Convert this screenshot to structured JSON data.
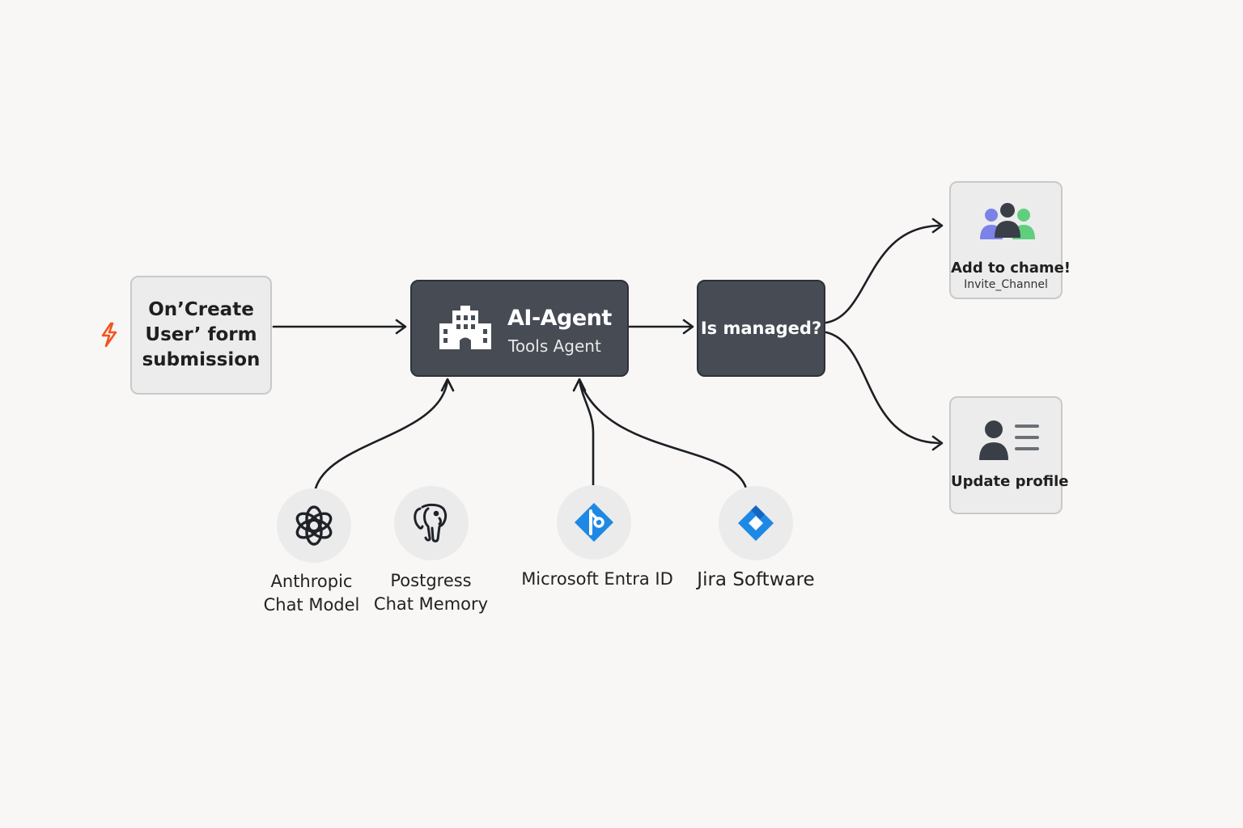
{
  "nodes": {
    "trigger": {
      "label": "On’Create User’ form submission"
    },
    "agent": {
      "title": "AI-Agent",
      "subtitle": "Tools Agent"
    },
    "decision": {
      "label": "Is managed?"
    },
    "channel": {
      "title": "Add to chame!",
      "subtitle": "Invite_Channel"
    },
    "profile": {
      "title": "Update profile"
    }
  },
  "tools": [
    {
      "line1": "Anthropic",
      "line2": "Chat Model",
      "icon": "anthropic-icon"
    },
    {
      "line1": "Postgress",
      "line2": "Chat Memory",
      "icon": "postgres-elephant-icon"
    },
    {
      "line1": "Microsoft Entra ID",
      "line2": "",
      "icon": "entra-id-icon"
    },
    {
      "line1": "Jira Software",
      "line2": "",
      "icon": "jira-icon"
    }
  ],
  "colors": {
    "background": "#f8f7f5",
    "dark_node": "#464b54",
    "light_node": "#ececec",
    "trigger_bolt": "#f2551f",
    "accent_blue": "#1e88e5",
    "user_purple": "#7b83e8",
    "user_green": "#5fcf7e",
    "edge": "#1c1f24"
  }
}
